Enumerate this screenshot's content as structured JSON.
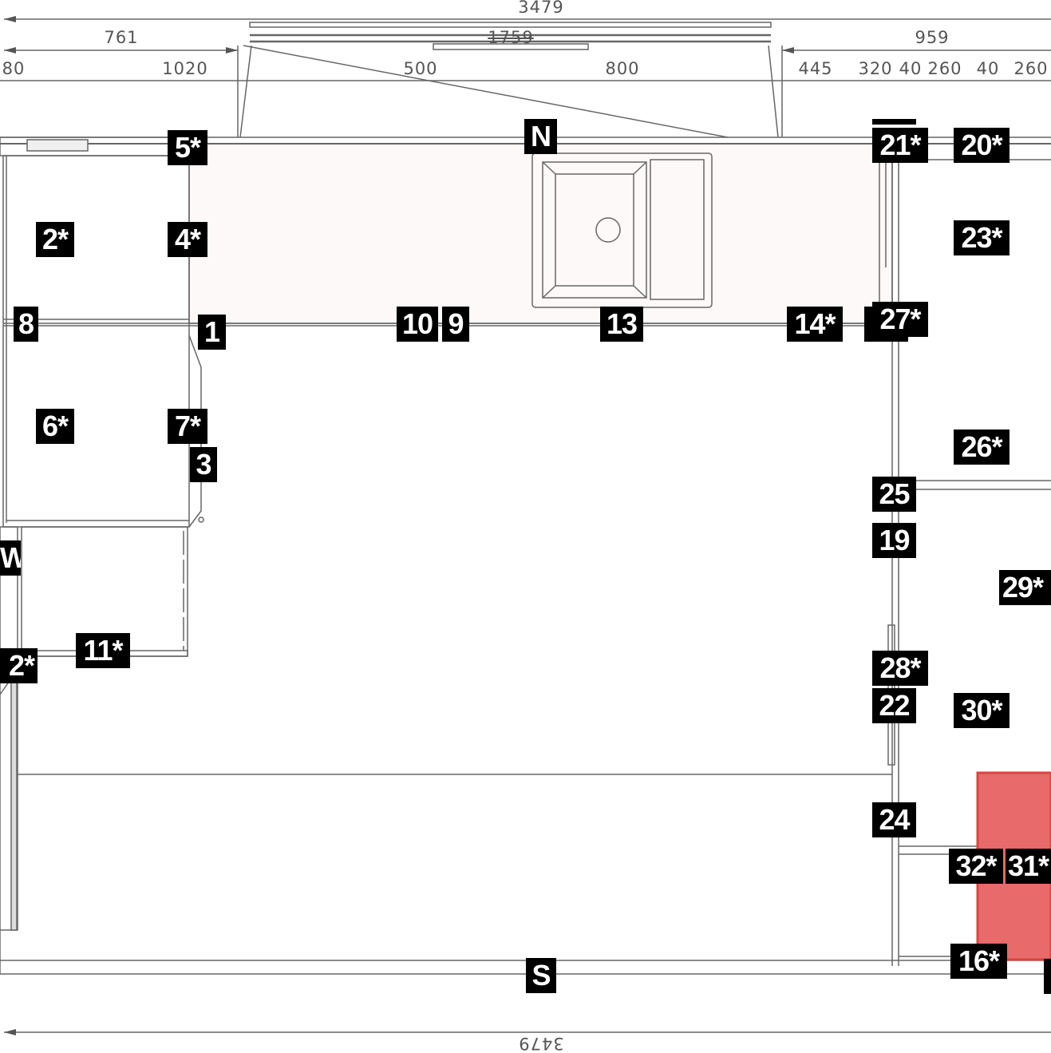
{
  "dimensions": {
    "top_total": "3479",
    "row2": [
      "761",
      "1759",
      "959"
    ],
    "row3": [
      "80",
      "1020",
      "500",
      "800",
      "445",
      "320",
      "40",
      "260",
      "40",
      "260"
    ],
    "bottom_total": "3479"
  },
  "compass": {
    "north": "N",
    "south": "S",
    "west": "W"
  },
  "labels": [
    "5*",
    "21*",
    "20*",
    "2*",
    "4*",
    "23*",
    "8",
    "1",
    "10",
    "9",
    "13",
    "14*",
    "27*",
    "6*",
    "7*",
    "3",
    "26*",
    "25",
    "19",
    "29*",
    "2*",
    "11*",
    "22",
    "28*",
    "30*",
    "24",
    "32*",
    "31*",
    "16*"
  ],
  "colors": {
    "highlight_unit": "#e86a6a",
    "countertop": "#fdf9f8",
    "line": "#666666"
  }
}
